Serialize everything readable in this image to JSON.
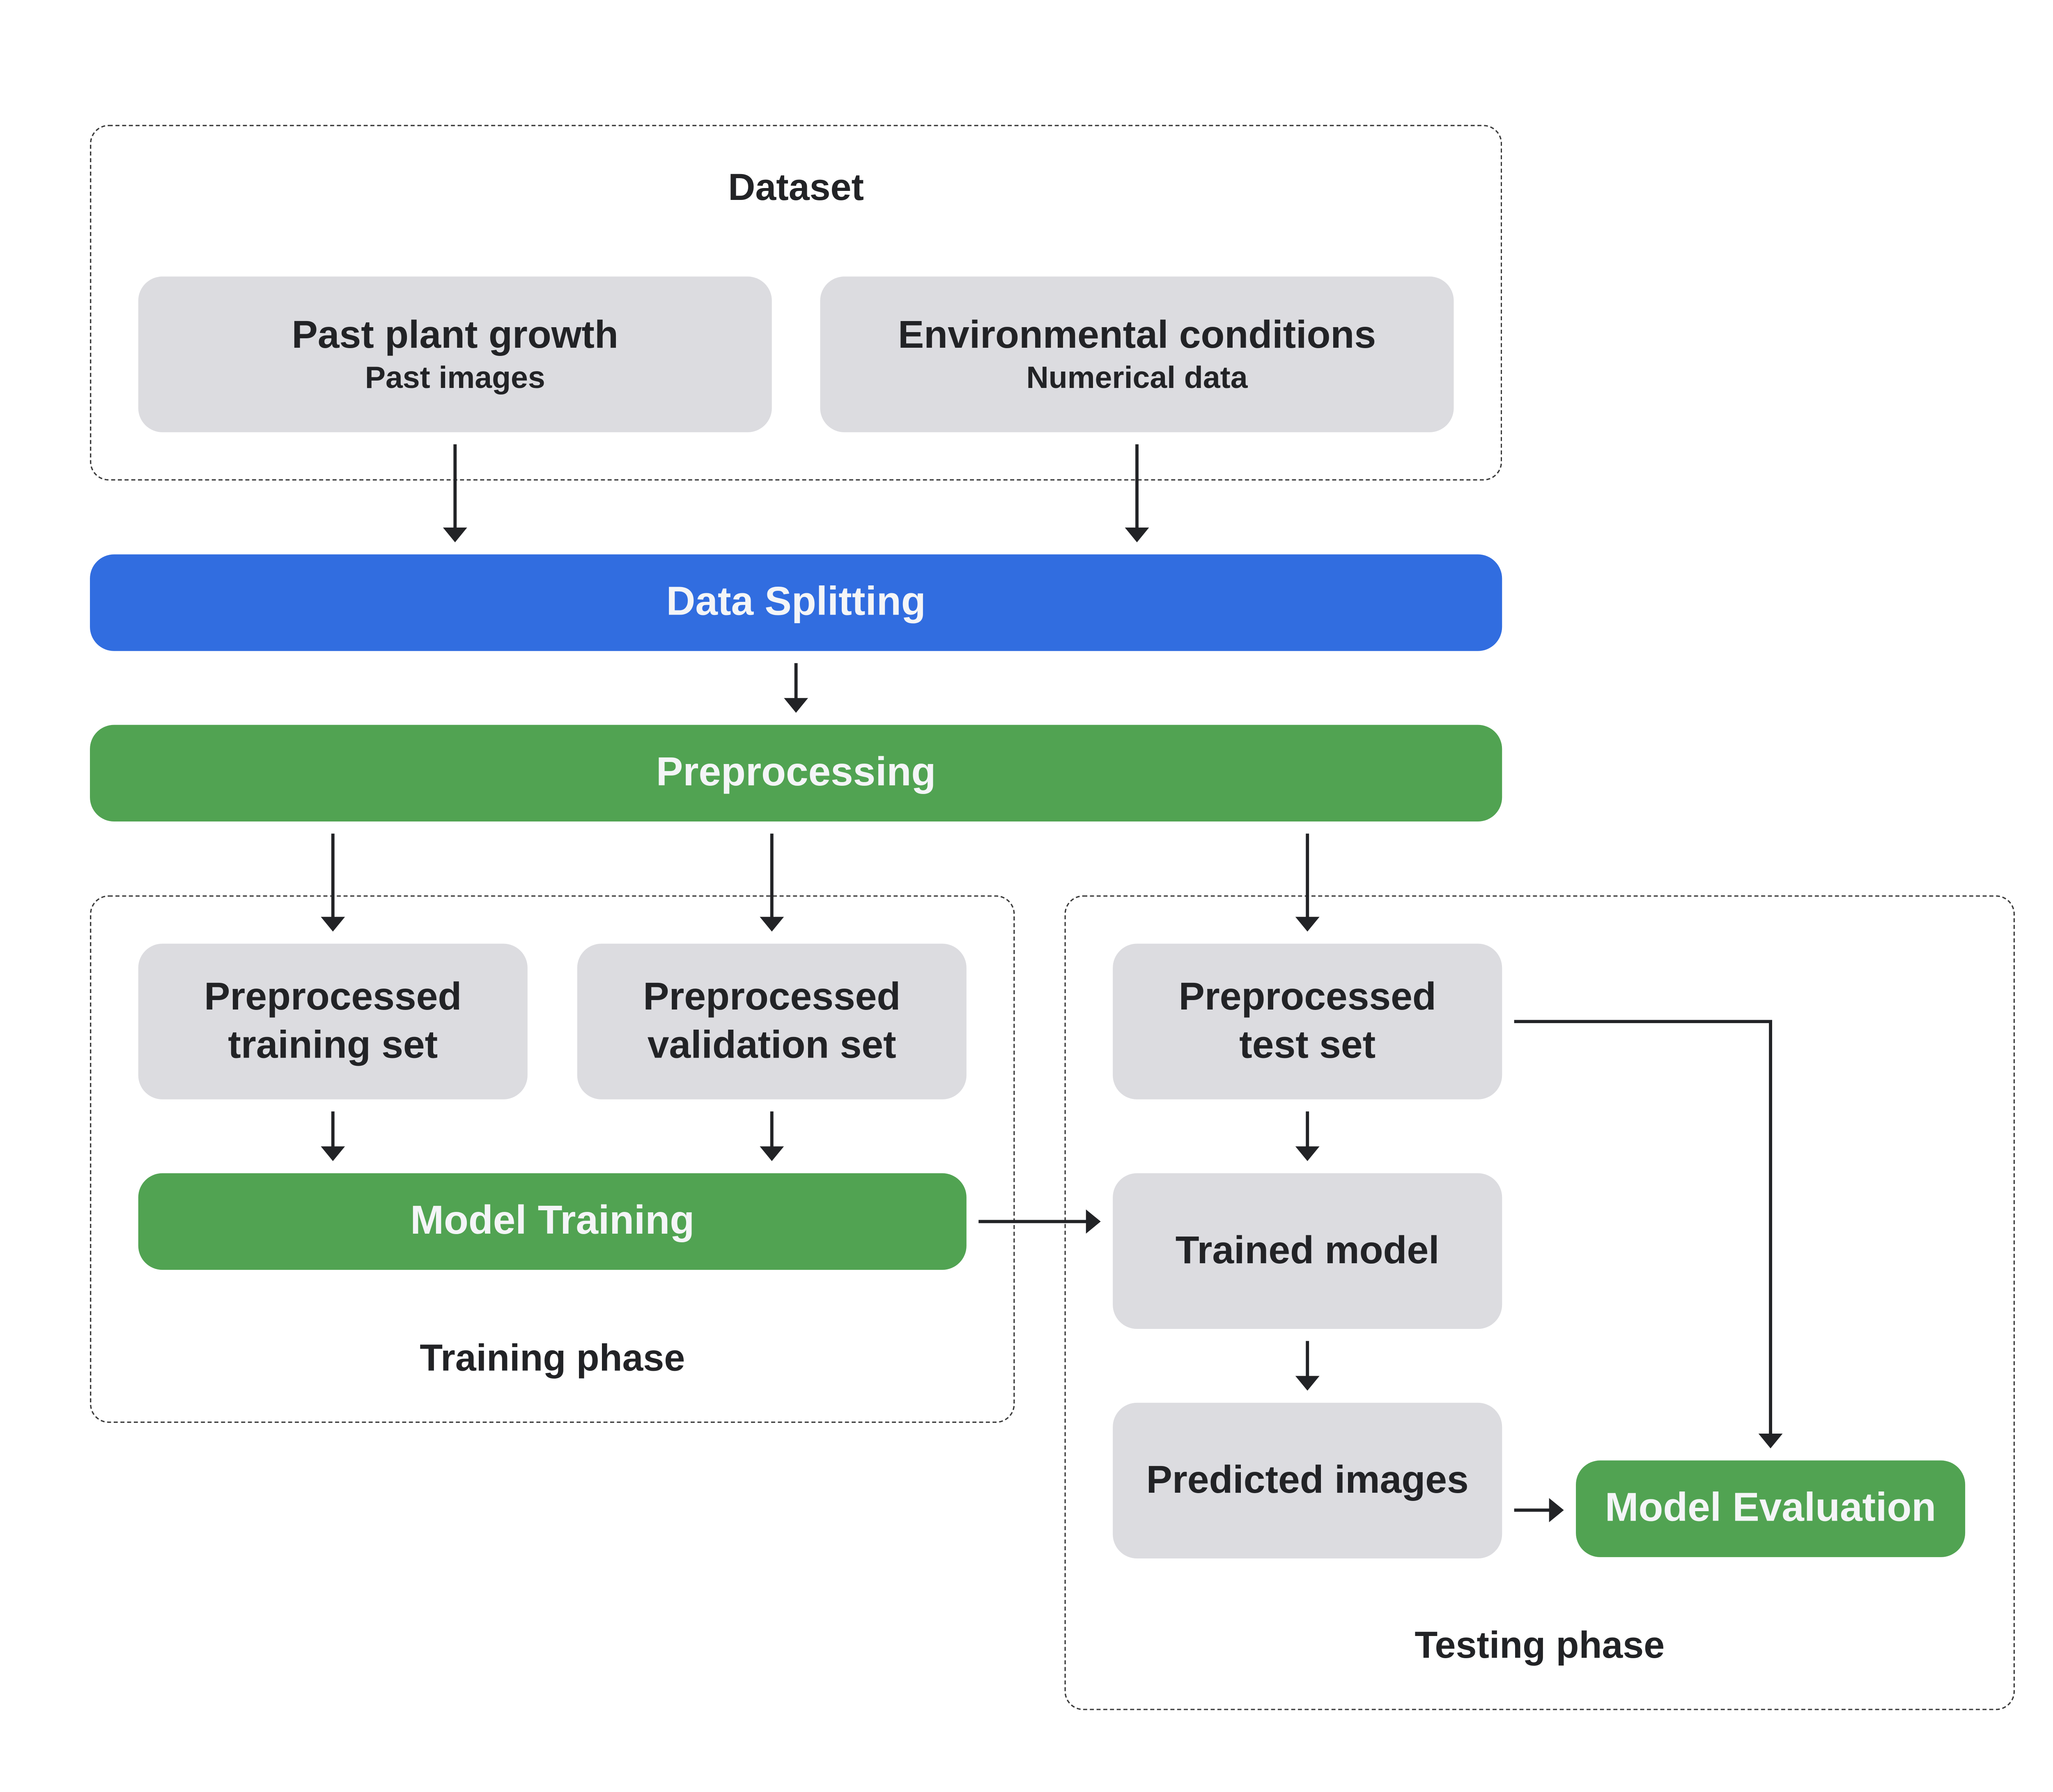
{
  "diagram": {
    "groups": {
      "dataset": {
        "label": "Dataset"
      },
      "training": {
        "label": "Training phase"
      },
      "testing": {
        "label": "Testing phase"
      }
    },
    "nodes": {
      "past_growth": {
        "title": "Past plant growth",
        "subtitle": "Past images"
      },
      "environment": {
        "title": "Environmental conditions",
        "subtitle": "Numerical data"
      },
      "data_splitting": {
        "label": "Data Splitting"
      },
      "preprocessing": {
        "label": "Preprocessing"
      },
      "training_set": {
        "line1": "Preprocessed",
        "line2": "training set"
      },
      "validation_set": {
        "line1": "Preprocessed",
        "line2": "validation set"
      },
      "test_set": {
        "line1": "Preprocessed",
        "line2": "test set"
      },
      "model_training": {
        "label": "Model Training"
      },
      "trained_model": {
        "label": "Trained model"
      },
      "predicted_images": {
        "label": "Predicted images"
      },
      "model_evaluation": {
        "label": "Model Evaluation"
      }
    },
    "edges": [
      {
        "from": "past_growth",
        "to": "data_splitting"
      },
      {
        "from": "environment",
        "to": "data_splitting"
      },
      {
        "from": "data_splitting",
        "to": "preprocessing"
      },
      {
        "from": "preprocessing",
        "to": "training_set"
      },
      {
        "from": "preprocessing",
        "to": "validation_set"
      },
      {
        "from": "preprocessing",
        "to": "test_set"
      },
      {
        "from": "training_set",
        "to": "model_training"
      },
      {
        "from": "validation_set",
        "to": "model_training"
      },
      {
        "from": "model_training",
        "to": "trained_model"
      },
      {
        "from": "test_set",
        "to": "trained_model"
      },
      {
        "from": "trained_model",
        "to": "predicted_images"
      },
      {
        "from": "predicted_images",
        "to": "model_evaluation"
      },
      {
        "from": "test_set",
        "to": "model_evaluation"
      }
    ],
    "colors": {
      "process_blue": "#316de0",
      "process_green": "#51a352",
      "data_gray": "#dcdce0",
      "text_dark": "#222326",
      "text_light": "#f4f5f7"
    }
  }
}
